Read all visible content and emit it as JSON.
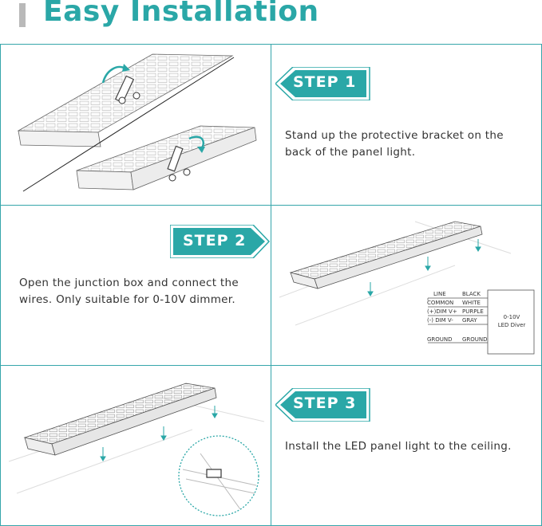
{
  "title": "Easy Installation",
  "colors": {
    "accent": "#2aa7a7",
    "border": "#36a6ab",
    "title_bar": "#b9b9b9"
  },
  "steps": [
    {
      "label": "STEP 1",
      "description": "Stand up the protective bracket on the back of the panel light."
    },
    {
      "label": "STEP 2",
      "description": "Open the junction box and connect the wires. Only suitable for 0-10V dimmer."
    },
    {
      "label": "STEP 3",
      "description": "Install the LED panel light to the ceiling."
    }
  ],
  "wiring": {
    "rows": [
      {
        "from": "LINE",
        "to": "BLACK"
      },
      {
        "from": "COMMON",
        "to": "WHITE"
      },
      {
        "from": "(+)DIM V+",
        "to": "PURPLE"
      },
      {
        "from": "(-) DIM V-",
        "to": "GRAY"
      },
      {
        "from": "GROUND",
        "to": "GROUND"
      }
    ],
    "driver_line1": "0-10V",
    "driver_line2": "LED Diver"
  }
}
